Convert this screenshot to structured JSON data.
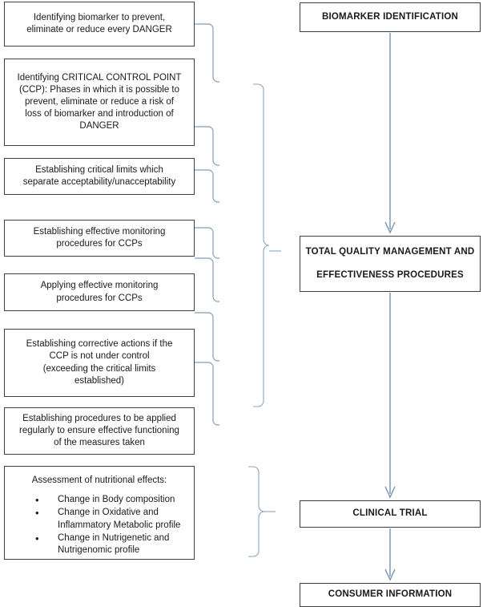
{
  "diagram": {
    "title": "Biomarker identification HACCP-style process flow",
    "accent_color": "#7f9dbb",
    "border_color": "#3f3f3f",
    "background": "#ffffff"
  },
  "left_column": {
    "steps": [
      {
        "id": "identify-biomarker",
        "lines": [
          "Identifying biomarker to prevent,",
          "eliminate or reduce every DANGER"
        ]
      },
      {
        "id": "identify-ccp",
        "lines": [
          "Identifying CRITICAL CONTROL POINT",
          "(CCP): Phases in which it is possible to",
          "prevent, eliminate or reduce a risk of",
          "loss of biomarker and introduction of",
          "DANGER"
        ]
      },
      {
        "id": "critical-limits",
        "lines": [
          "Establishing critical limits which",
          "separate acceptability/unacceptability"
        ]
      },
      {
        "id": "establish-monitoring",
        "lines": [
          "Establishing effective monitoring",
          "procedures for CCPs"
        ]
      },
      {
        "id": "apply-monitoring",
        "lines": [
          "Applying effective monitoring",
          "procedures for CCPs"
        ]
      },
      {
        "id": "corrective-actions",
        "lines": [
          "Establishing corrective actions if the",
          "CCP is not under control",
          "(exceeding the critical limits",
          "established)"
        ]
      },
      {
        "id": "verification-procedures",
        "lines": [
          "Establishing procedures to be applied",
          "regularly to ensure effective functioning",
          "of the measures taken"
        ]
      }
    ],
    "assessment": {
      "id": "nutritional-assessment",
      "title": "Assessment of nutritional effects:",
      "bullets": [
        "Change in Body composition",
        "Change in Oxidative and Inflammatory Metabolic profile",
        "Change in Nutrigenetic and Nutrigenomic profile"
      ]
    }
  },
  "right_column": {
    "nodes": [
      {
        "id": "biomarker-identification",
        "lines": [
          "BIOMARKER IDENTIFICATION"
        ]
      },
      {
        "id": "total-quality-management",
        "lines": [
          "TOTAL QUALITY MANAGEMENT AND",
          "EFFECTIVENESS PROCEDURES"
        ]
      },
      {
        "id": "clinical-trial",
        "lines": [
          "CLINICAL TRIAL"
        ]
      },
      {
        "id": "consumer-information",
        "lines": [
          "CONSUMER INFORMATION"
        ]
      }
    ]
  }
}
